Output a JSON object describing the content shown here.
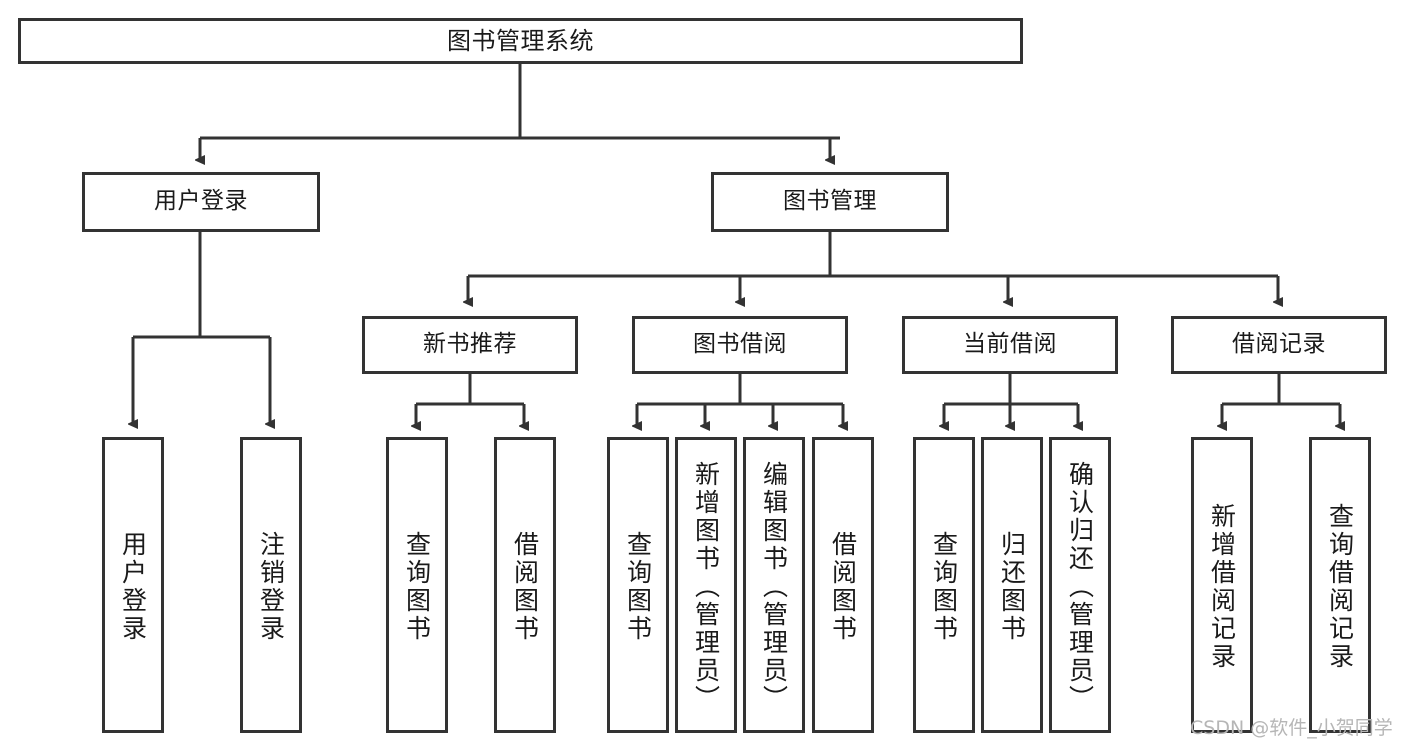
{
  "diagram": {
    "title": "图书管理系统",
    "type": "hierarchy-tree",
    "root": {
      "label": "图书管理系统"
    },
    "level2": [
      {
        "label": "用户登录"
      },
      {
        "label": "图书管理"
      }
    ],
    "level3": [
      {
        "label": "新书推荐"
      },
      {
        "label": "图书借阅"
      },
      {
        "label": "当前借阅"
      },
      {
        "label": "借阅记录"
      }
    ],
    "leaves_user_login": [
      {
        "label": "用户登录"
      },
      {
        "label": "注销登录"
      }
    ],
    "leaves_new_book": [
      {
        "label": "查询图书"
      },
      {
        "label": "借阅图书"
      }
    ],
    "leaves_book_borrow": [
      {
        "label": "查询图书"
      },
      {
        "label": "新增图书（管理员）"
      },
      {
        "label": "编辑图书（管理员）"
      },
      {
        "label": "借阅图书"
      }
    ],
    "leaves_current_borrow": [
      {
        "label": "查询图书"
      },
      {
        "label": "归还图书"
      },
      {
        "label": "确认归还（管理员）"
      }
    ],
    "leaves_borrow_record": [
      {
        "label": "新增借阅记录"
      },
      {
        "label": "查询借阅记录"
      }
    ]
  },
  "watermark": {
    "text": "CSDN @软件_小贺同学"
  },
  "colors": {
    "border": "#333333",
    "background": "#ffffff",
    "text": "#1a1a1a",
    "watermark": "#b6b6b6"
  }
}
